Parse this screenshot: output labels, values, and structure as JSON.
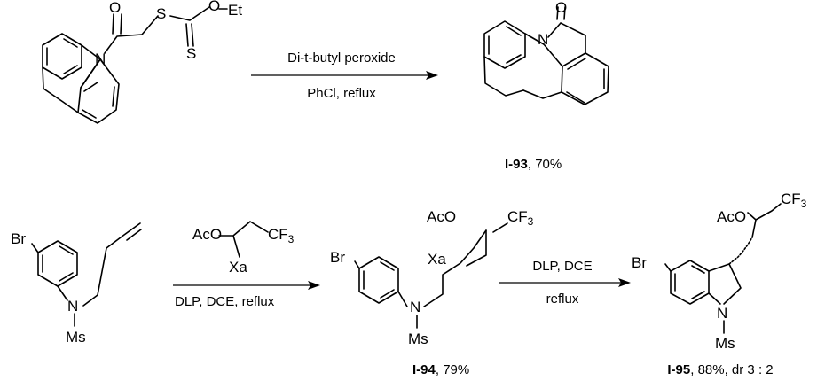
{
  "atoms": {
    "o": "O",
    "et": "Et",
    "s": "S",
    "n": "N",
    "br": "Br",
    "ms": "Ms",
    "aco": "AcO",
    "cf": "CF",
    "three": "3",
    "xa": "Xa"
  },
  "reaction1": {
    "reagent": "Di-t-butyl peroxide",
    "conditions": "PhCl, reflux",
    "product_id": "I-93",
    "product_yield": ", 70%"
  },
  "reaction2": {
    "reagent_conditions": "DLP,  DCE, reflux",
    "product_id": "I-94",
    "product_yield": ", 79%"
  },
  "reaction3": {
    "reagent": "DLP,  DCE",
    "conditions": "reflux",
    "product_id": "I-95",
    "product_yield": ", 88%, dr 3 : 2"
  }
}
